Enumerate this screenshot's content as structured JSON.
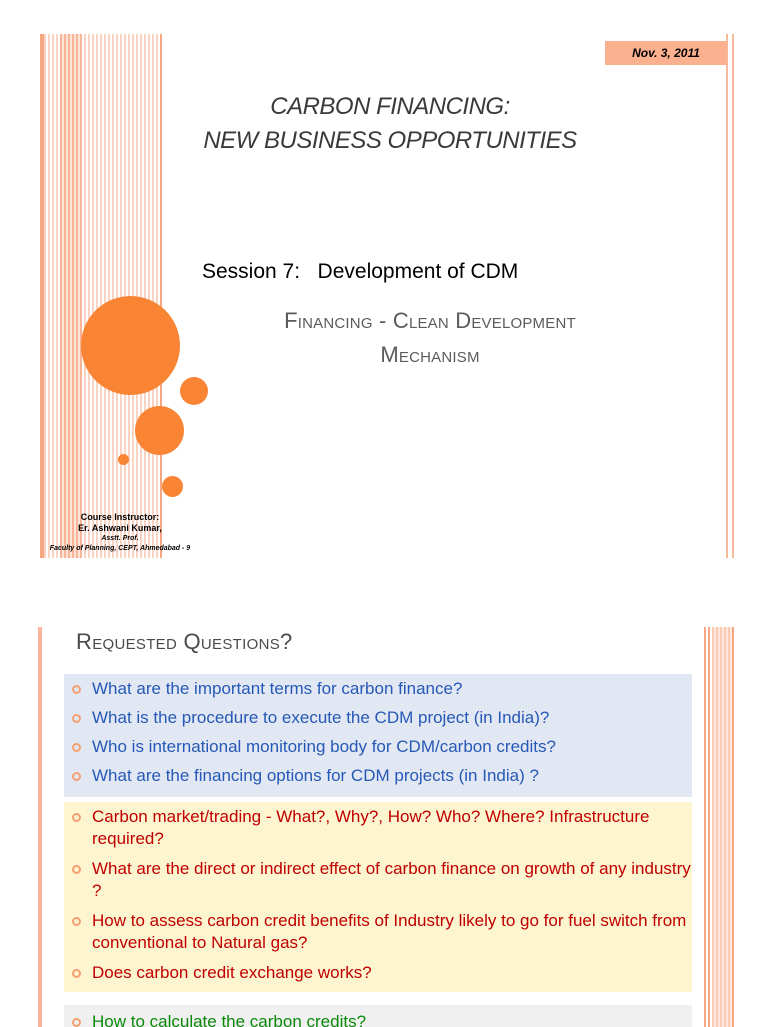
{
  "slide1": {
    "date": "Nov. 3, 2011",
    "title_line1": "CARBON FINANCING:",
    "title_line2": "NEW BUSINESS OPPORTUNITIES",
    "session": "Session 7:   Development of CDM",
    "subtitle_line1": "Financing - Clean Development",
    "subtitle_line2": "Mechanism",
    "instructor_label": "Course Instructor:",
    "instructor_name": "Er. Ashwani Kumar,",
    "instructor_title": "Asstt. Prof.",
    "instructor_affiliation": "Faculty of Planning, CEPT, Ahmedabad - 9"
  },
  "slide2": {
    "title": "Requested Questions?",
    "blue_items": [
      "What are the important terms for carbon finance?",
      "What is the procedure to execute the CDM project (in India)?",
      "Who is international monitoring body for CDM/carbon credits?",
      "What are the financing options for CDM projects (in India) ?"
    ],
    "yellow_items": [
      "Carbon market/trading -  What?, Why?, How? Who? Where? Infrastructure required?",
      "What are the direct or indirect effect of carbon finance on growth of any industry ?",
      "How to assess carbon credit benefits of Industry likely to go for fuel switch from conventional to Natural gas?",
      "Does carbon credit exchange works?"
    ],
    "grey_items": [
      "How to calculate the carbon credits?"
    ]
  },
  "colors": {
    "accent_orange": "#f88434",
    "blue_text": "#2559b5",
    "red_text": "#c00000",
    "green_text": "#0a8a0a"
  }
}
